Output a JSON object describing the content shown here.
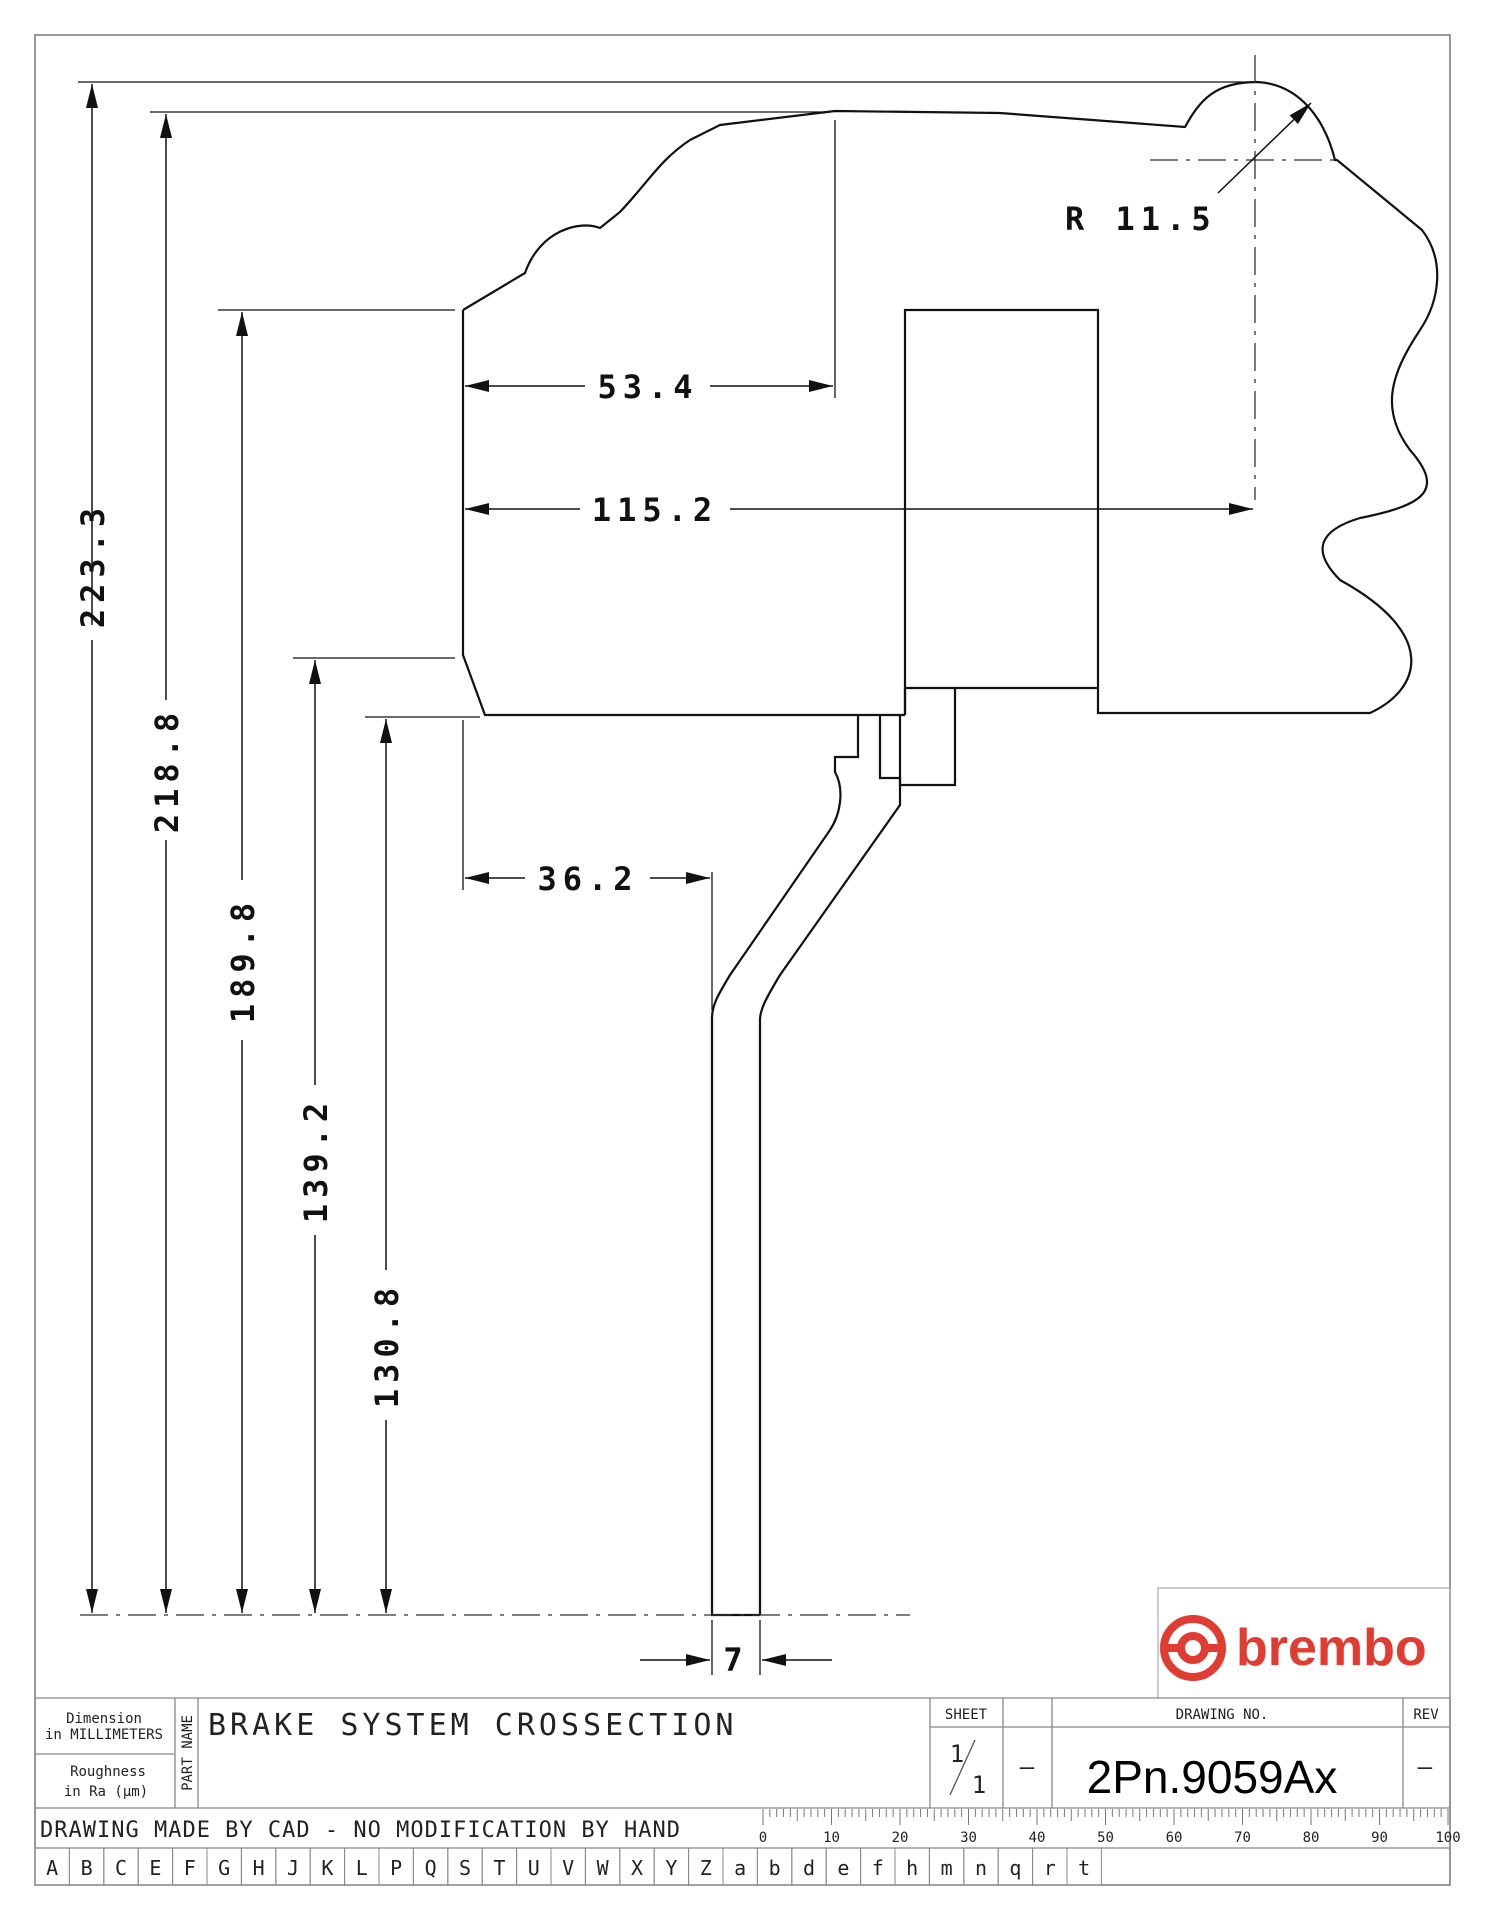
{
  "dimensions": {
    "overall_height": "223.3",
    "outer_height": "218.8",
    "caliper_height": "189.8",
    "pad_height": "139.2",
    "disc_height": "130.8",
    "pad_offset": "53.4",
    "caliper_width": "115.2",
    "disc_offset": "36.2",
    "disc_thickness": "7",
    "radius": "R 11.5"
  },
  "title_block": {
    "dimension_label_1": "Dimension",
    "dimension_label_2": "in MILLIMETERS",
    "roughness_label_1": "Roughness",
    "roughness_label_2": "in Ra (µm)",
    "part_name_label": "PART NAME",
    "part_name": "BRAKE SYSTEM CROSSECTION",
    "sheet_label": "SHEET",
    "sheet_number": "1",
    "sheet_total": "1",
    "sheet_dash": "—",
    "drawing_no_label": "DRAWING NO.",
    "drawing_no": "2Pn.9059Ax",
    "rev_label": "REV",
    "rev_value": "—",
    "cad_note": "DRAWING MADE BY CAD - NO MODIFICATION BY HAND"
  },
  "ruler": {
    "labels": [
      "0",
      "10",
      "20",
      "30",
      "40",
      "50",
      "60",
      "70",
      "80",
      "90",
      "100"
    ]
  },
  "letters": [
    "A",
    "B",
    "C",
    "E",
    "F",
    "G",
    "H",
    "J",
    "K",
    "L",
    "P",
    "Q",
    "S",
    "T",
    "U",
    "V",
    "W",
    "X",
    "Y",
    "Z",
    "a",
    "b",
    "d",
    "e",
    "f",
    "h",
    "m",
    "n",
    "q",
    "r",
    "t"
  ],
  "logo": {
    "text": "brembo",
    "color": "#e03c31"
  }
}
